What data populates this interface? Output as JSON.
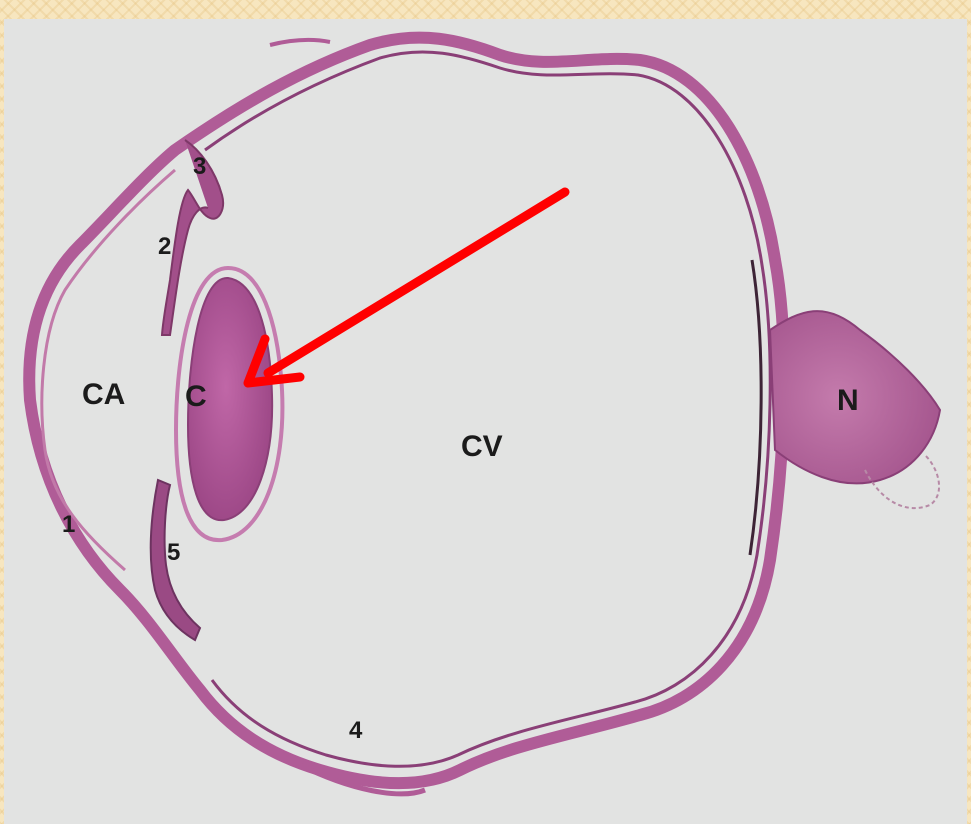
{
  "figure": {
    "labels": {
      "CA": "CA",
      "C": "C",
      "CV": "CV",
      "N": "N",
      "n1": "1",
      "n2": "2",
      "n3": "3",
      "n4": "4",
      "n5": "5"
    },
    "colors": {
      "tissue": "#b05c97",
      "tissue_dark": "#8a3f77",
      "lens": "#b35a9a",
      "arrow": "#ff0000",
      "slide_background": "#e2e3e2",
      "frame": "#f7e6bf"
    },
    "arrow_target": "lens"
  }
}
